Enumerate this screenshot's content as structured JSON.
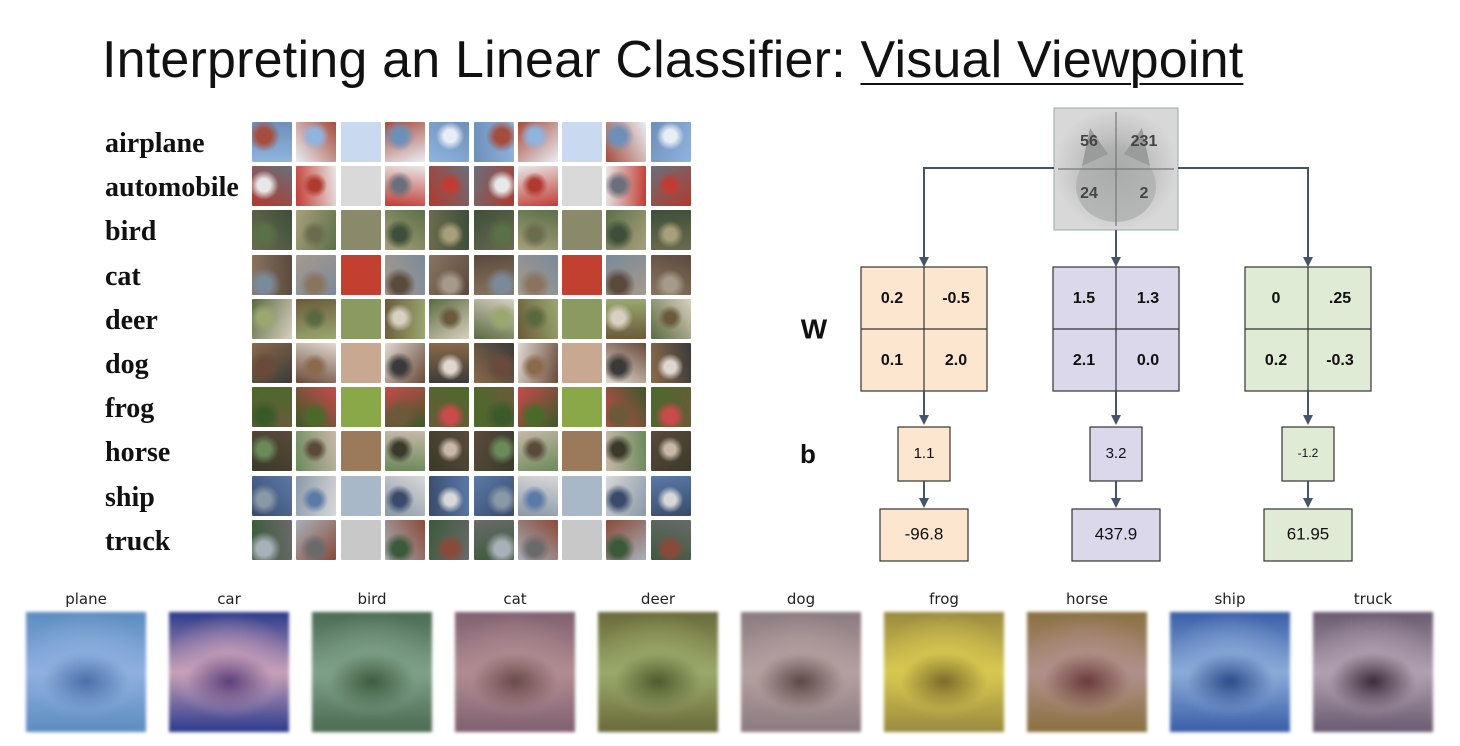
{
  "title": {
    "main": "Interpreting an Linear Classifier: ",
    "underlined": "Visual Viewpoint"
  },
  "classes": [
    "airplane",
    "automobile",
    "bird",
    "cat",
    "deer",
    "dog",
    "frog",
    "horse",
    "ship",
    "truck"
  ],
  "input_image": {
    "pixels": [
      "56",
      "231",
      "24",
      "2"
    ],
    "subject_icon": "cat-photo"
  },
  "row_labels": {
    "w": "W",
    "b": "b"
  },
  "classifiers": [
    {
      "color": "#fce6d0",
      "weights": [
        "0.2",
        "-0.5",
        "0.1",
        "2.0"
      ],
      "bias": "1.1",
      "score": "-96.8"
    },
    {
      "color": "#dcd8ec",
      "weights": [
        "1.5",
        "1.3",
        "2.1",
        "0.0"
      ],
      "bias": "3.2",
      "score": "437.9"
    },
    {
      "color": "#dfebd4",
      "weights": [
        "0",
        ".25",
        "0.2",
        "-0.3"
      ],
      "bias": "-1.2",
      "score": "61.95"
    }
  ],
  "templates": [
    {
      "label": "plane",
      "colors": [
        "#4a6fa8",
        "#8fb0e0",
        "#5d8cbf"
      ]
    },
    {
      "label": "car",
      "colors": [
        "#5a3f7a",
        "#c8a0b8",
        "#2a3a8c"
      ]
    },
    {
      "label": "bird",
      "colors": [
        "#3d5a3d",
        "#7fa089",
        "#4b6b52"
      ]
    },
    {
      "label": "cat",
      "colors": [
        "#6a4a4a",
        "#b08c92",
        "#806070"
      ]
    },
    {
      "label": "deer",
      "colors": [
        "#4e5a2e",
        "#9aa86a",
        "#6a6a3a"
      ]
    },
    {
      "label": "dog",
      "colors": [
        "#5a4846",
        "#b5a0a0",
        "#8a7a80"
      ]
    },
    {
      "label": "frog",
      "colors": [
        "#7a6a2a",
        "#d8c850",
        "#9a8a40"
      ]
    },
    {
      "label": "horse",
      "colors": [
        "#6a3a3a",
        "#b0908a",
        "#8a7040"
      ]
    },
    {
      "label": "ship",
      "colors": [
        "#2a4a8a",
        "#8aaad8",
        "#3a5ea8"
      ]
    },
    {
      "label": "truck",
      "colors": [
        "#3a2a3a",
        "#b0a0b0",
        "#6a5a70"
      ]
    }
  ]
}
